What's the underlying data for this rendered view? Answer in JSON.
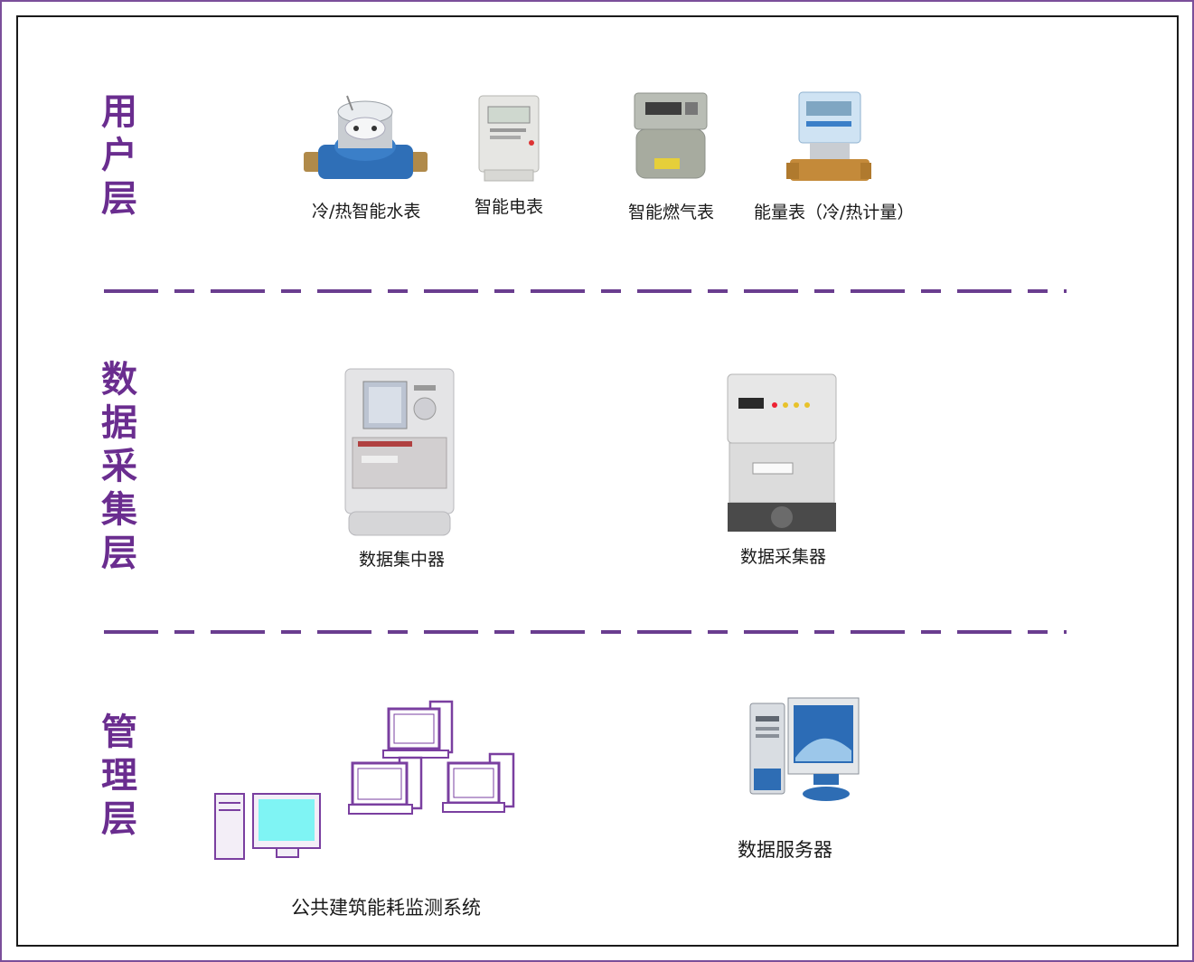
{
  "layers": {
    "user": {
      "label": [
        "用",
        "户",
        "层"
      ]
    },
    "data": {
      "label": [
        "数",
        "据",
        "采",
        "集",
        "层"
      ]
    },
    "mgmt": {
      "label": [
        "管",
        "理",
        "层"
      ]
    }
  },
  "devices": {
    "water_meter": "冷/热智能水表",
    "electric_meter": "智能电表",
    "gas_meter": "智能燃气表",
    "energy_meter": "能量表（冷/热计量）",
    "concentrator": "数据集中器",
    "collector": "数据采集器",
    "monitoring_system": "公共建筑能耗监测系统",
    "data_server": "数据服务器"
  },
  "colors": {
    "label_purple": "#6a2d8f",
    "divider_purple": "#6a3d8f",
    "computer_purple": "#7a3fa0"
  }
}
